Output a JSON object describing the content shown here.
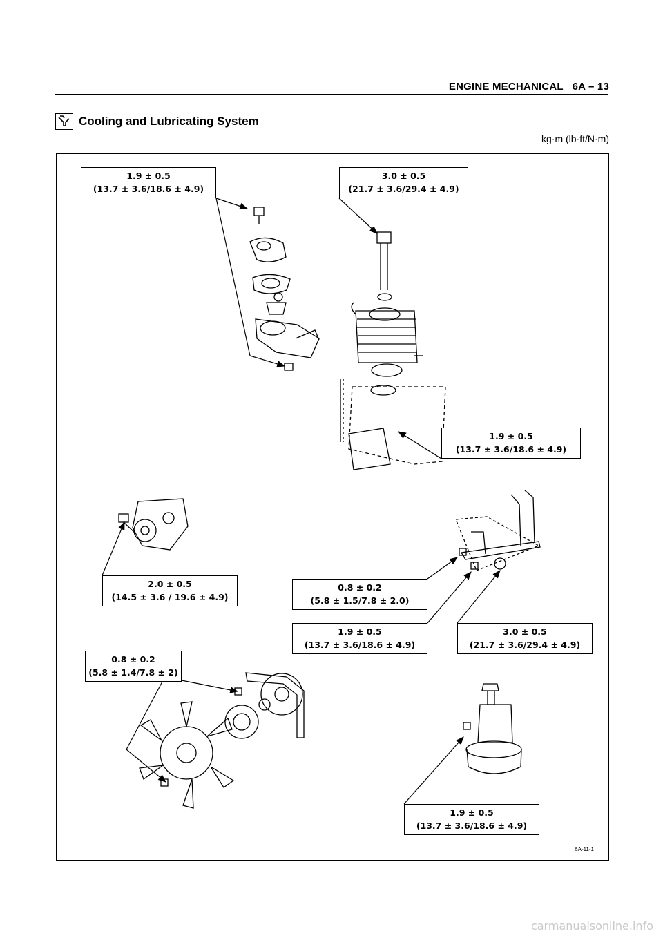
{
  "header": {
    "title": "ENGINE MECHANICAL   6A – 13"
  },
  "section": {
    "title": "Cooling and Lubricating System",
    "icon": "wrench-box-icon"
  },
  "units": "kg·m (lb·ft/N·m)",
  "specs": [
    {
      "line1": "1.9 ± 0.5",
      "line2": "(13.7 ± 3.6/18.6 ± 4.9)"
    },
    {
      "line1": "3.0 ± 0.5",
      "line2": "(21.7 ± 3.6/29.4 ± 4.9)"
    },
    {
      "line1": "1.9 ± 0.5",
      "line2": "(13.7 ± 3.6/18.6 ± 4.9)"
    },
    {
      "line1": "2.0 ± 0.5",
      "line2": "(14.5 ± 3.6 / 19.6 ± 4.9)"
    },
    {
      "line1": "0.8 ± 0.2",
      "line2": "(5.8 ± 1.5/7.8 ± 2.0)"
    },
    {
      "line1": "1.9 ± 0.5",
      "line2": "(13.7 ± 3.6/18.6 ± 4.9)"
    },
    {
      "line1": "3.0 ± 0.5",
      "line2": "(21.7 ± 3.6/29.4 ± 4.9)"
    },
    {
      "line1": "0.8 ± 0.2",
      "line2": "(5.8 ± 1.4/7.8 ± 2)"
    },
    {
      "line1": "1.9 ± 0.5",
      "line2": "(13.7 ± 3.6/18.6 ± 4.9)"
    }
  ],
  "figure_id": "6A-11-1",
  "watermark": "carmanualsonline.info"
}
